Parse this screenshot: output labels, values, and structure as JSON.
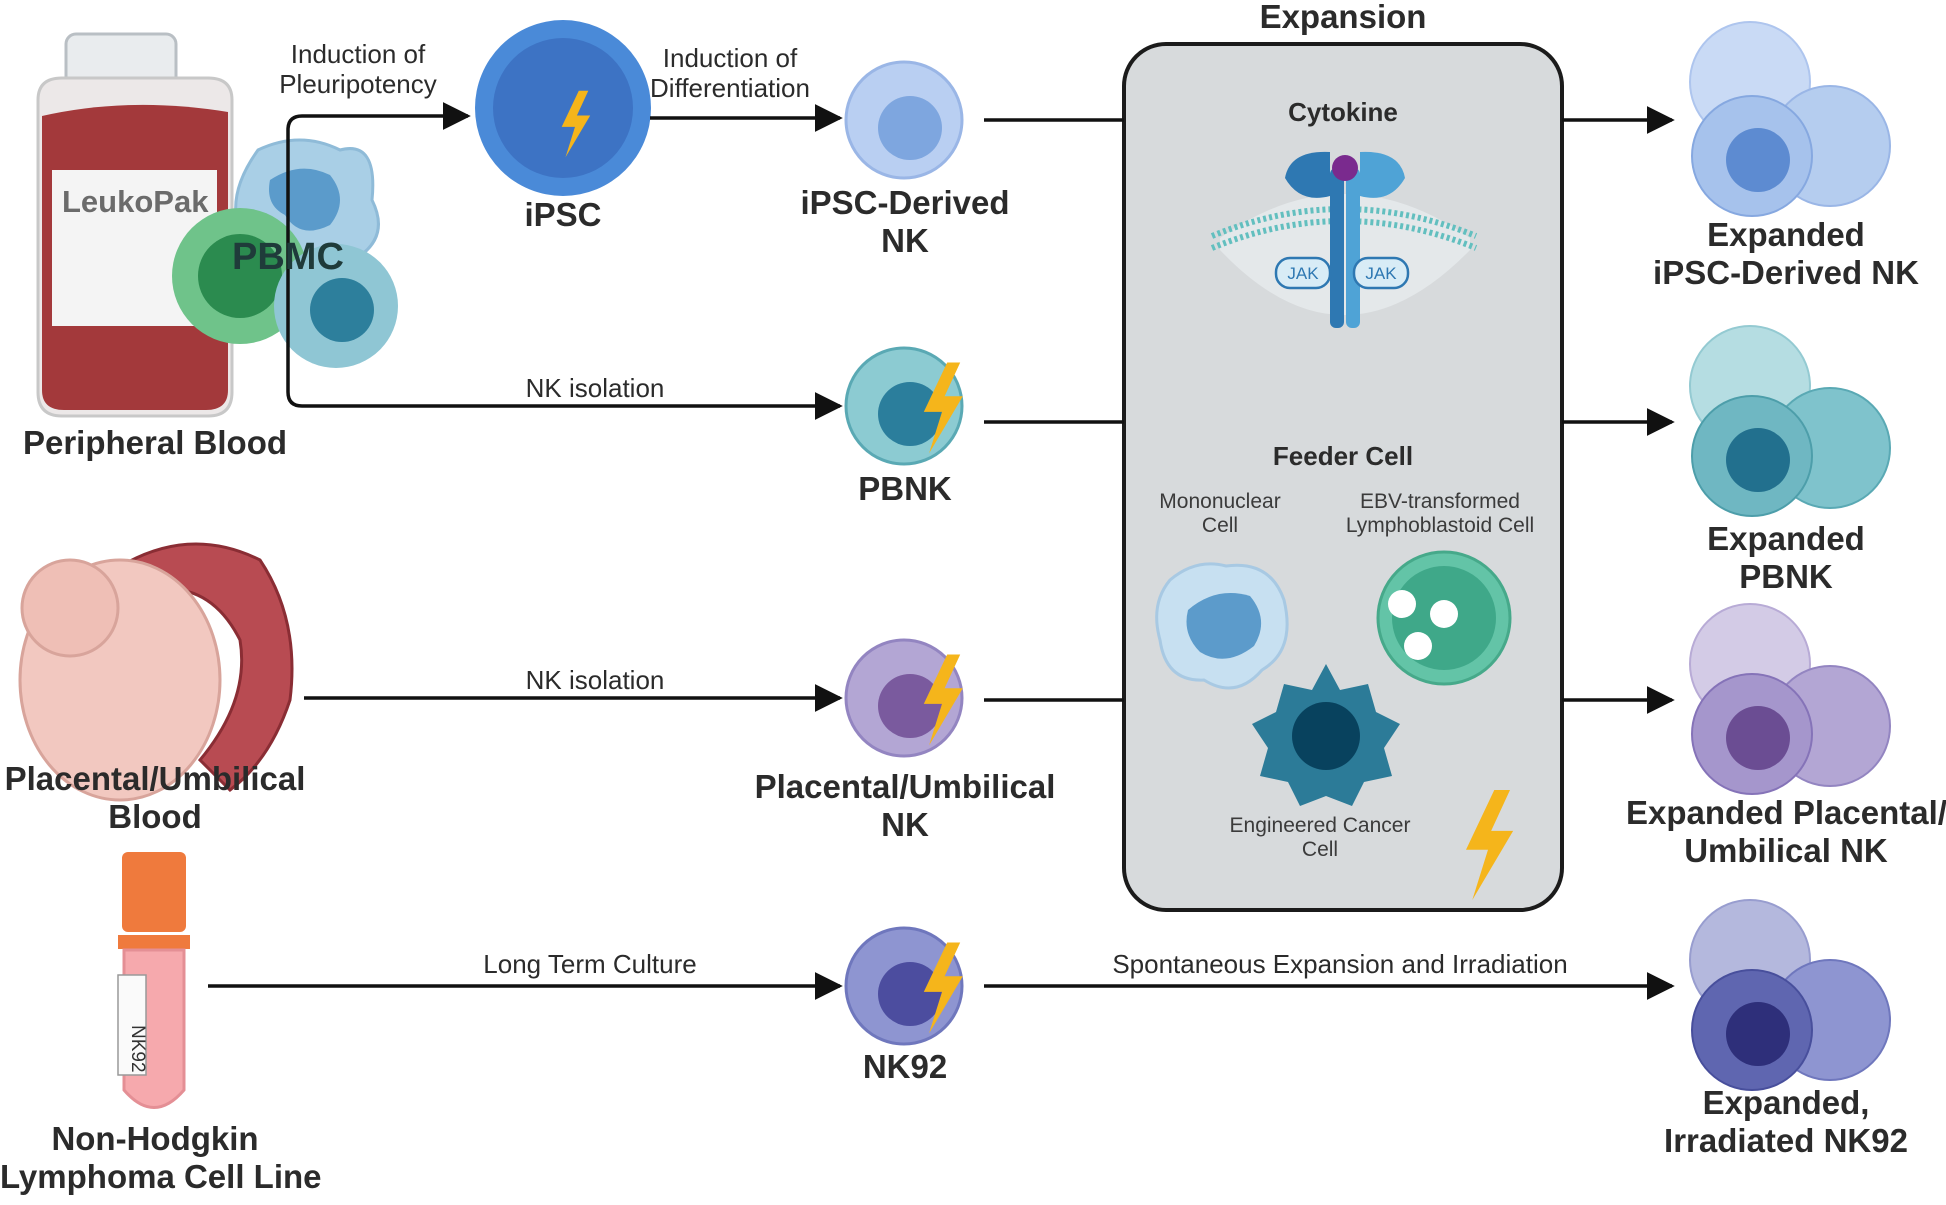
{
  "sources": {
    "peripheral_blood": "Peripheral Blood",
    "bag_label": "LeukoPak",
    "pbmc": "PBMC",
    "placental": [
      "Placental/Umbilical",
      "Blood"
    ],
    "cell_line": [
      "Non-Hodgkin",
      "Lymphoma Cell Line"
    ],
    "tube_label": "NK92"
  },
  "edges": {
    "pluripotency": [
      "Induction of",
      "Pleuripotency"
    ],
    "differentiation": [
      "Induction of",
      "Differentiation"
    ],
    "nk_isolation_1": "NK isolation",
    "nk_isolation_2": "NK isolation",
    "long_term": "Long Term Culture",
    "spontaneous": "Spontaneous Expansion and Irradiation"
  },
  "cells": {
    "ipsc": "iPSC",
    "ipsc_nk": [
      "iPSC-Derived",
      "NK"
    ],
    "pbnk": "PBNK",
    "placental_nk": [
      "Placental/Umbilical",
      "NK"
    ],
    "nk92": "NK92"
  },
  "expansion": {
    "title": "Expansion",
    "cytokine": "Cytokine",
    "jak_left": "JAK",
    "jak_right": "JAK",
    "feeder": "Feeder Cell",
    "mononuclear": [
      "Mononuclear",
      "Cell"
    ],
    "ebv": [
      "EBV-transformed",
      "Lymphoblastoid Cell"
    ],
    "engineered": [
      "Engineered Cancer",
      "Cell"
    ]
  },
  "outputs": {
    "ipsc": [
      "Expanded",
      "iPSC-Derived NK"
    ],
    "pbnk": [
      "Expanded",
      "PBNK"
    ],
    "placental": [
      "Expanded Placental/",
      "Umbilical NK"
    ],
    "nk92": [
      "Expanded,",
      "Irradiated NK92"
    ]
  },
  "colors": {
    "ipsc_cell": "#7ea6df",
    "pbnk_cell": "#4fa6b3",
    "placental_cell": "#8a78b5",
    "nk92_cell": "#5f66b0",
    "lightning": "#f5b51b",
    "panel": "#d6d9db"
  }
}
